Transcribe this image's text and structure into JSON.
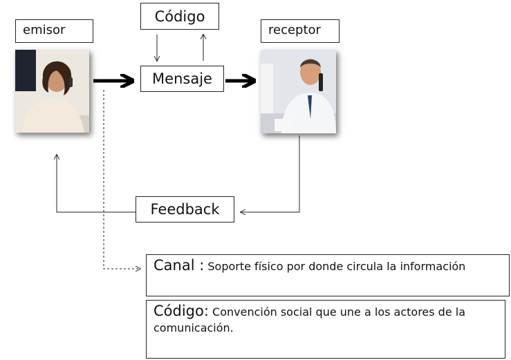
{
  "nodes": {
    "emisor": "emisor",
    "receptor": "receptor",
    "codigo": "Código",
    "mensaje": "Mensaje",
    "feedback": "Feedback"
  },
  "definitions": {
    "canal": {
      "term": "Canal :",
      "text": " Soporte físico por donde circula la información"
    },
    "codigo": {
      "term": "Código:",
      "text": " Convención social que une a los actores de la comunicación."
    }
  },
  "colors": {
    "line": "#222222",
    "photo_bg_emisor": "#e9e4dc",
    "photo_bg_receptor": "#dfe3e8"
  }
}
